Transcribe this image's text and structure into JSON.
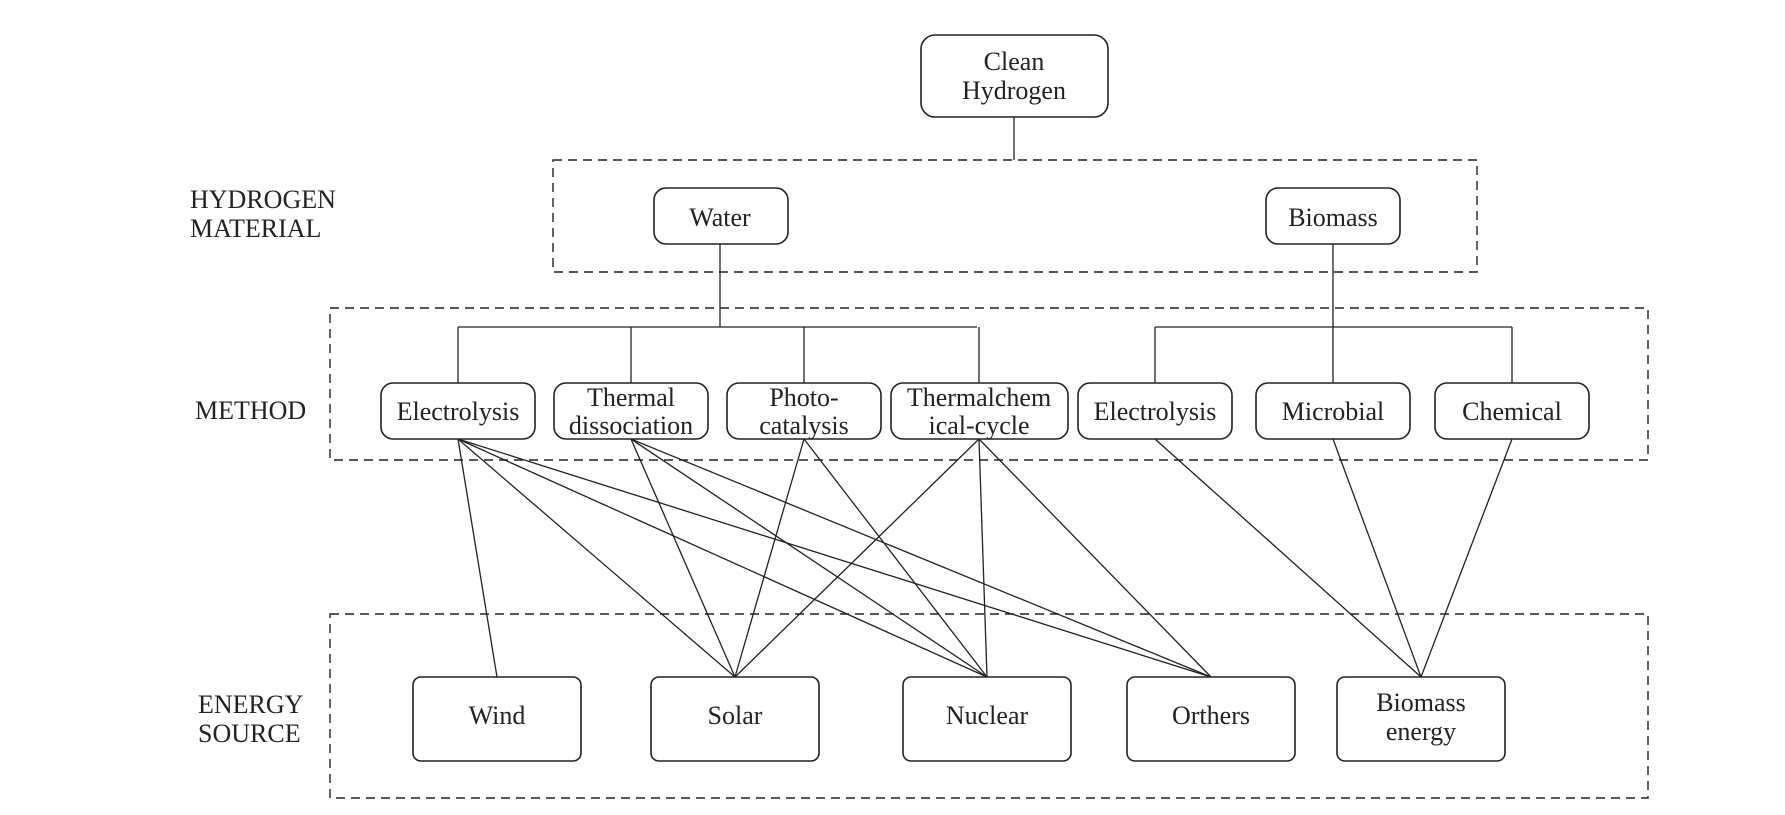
{
  "root": {
    "lines": [
      "Clean",
      "Hydrogen"
    ]
  },
  "layers": {
    "material": {
      "lines": [
        "HYDROGEN",
        "MATERIAL"
      ]
    },
    "method": {
      "lines": [
        "METHOD"
      ]
    },
    "energy": {
      "lines": [
        "ENERGY",
        "SOURCE"
      ]
    }
  },
  "materials": [
    {
      "id": "water",
      "lines": [
        "Water"
      ]
    },
    {
      "id": "biomass",
      "lines": [
        "Biomass"
      ]
    }
  ],
  "methods": [
    {
      "id": "electrolysis-water",
      "lines": [
        "Electrolysis"
      ],
      "parent": "water"
    },
    {
      "id": "thermal-dissociation",
      "lines": [
        "Thermal",
        "dissociation"
      ],
      "parent": "water"
    },
    {
      "id": "photo-catalysis",
      "lines": [
        "Photo-",
        "catalysis"
      ],
      "parent": "water"
    },
    {
      "id": "thermalchemical-cycle",
      "lines": [
        "Thermalchem",
        "ical-cycle"
      ],
      "parent": "water"
    },
    {
      "id": "electrolysis-biomass",
      "lines": [
        "Electrolysis"
      ],
      "parent": "biomass"
    },
    {
      "id": "microbial",
      "lines": [
        "Microbial"
      ],
      "parent": "biomass"
    },
    {
      "id": "chemical",
      "lines": [
        "Chemical"
      ],
      "parent": "biomass"
    }
  ],
  "energy_sources": [
    {
      "id": "wind",
      "lines": [
        "Wind"
      ]
    },
    {
      "id": "solar",
      "lines": [
        "Solar"
      ]
    },
    {
      "id": "nuclear",
      "lines": [
        "Nuclear"
      ]
    },
    {
      "id": "others",
      "lines": [
        "Orthers"
      ]
    },
    {
      "id": "biomass-energy",
      "lines": [
        "Biomass",
        "energy"
      ]
    }
  ],
  "connections": [
    [
      "electrolysis-water",
      "wind"
    ],
    [
      "electrolysis-water",
      "solar"
    ],
    [
      "electrolysis-water",
      "nuclear"
    ],
    [
      "electrolysis-water",
      "others"
    ],
    [
      "thermal-dissociation",
      "solar"
    ],
    [
      "thermal-dissociation",
      "nuclear"
    ],
    [
      "thermal-dissociation",
      "others"
    ],
    [
      "photo-catalysis",
      "solar"
    ],
    [
      "photo-catalysis",
      "nuclear"
    ],
    [
      "thermalchemical-cycle",
      "solar"
    ],
    [
      "thermalchemical-cycle",
      "nuclear"
    ],
    [
      "thermalchemical-cycle",
      "others"
    ],
    [
      "electrolysis-biomass",
      "biomass-energy"
    ],
    [
      "microbial",
      "biomass-energy"
    ],
    [
      "chemical",
      "biomass-energy"
    ]
  ]
}
